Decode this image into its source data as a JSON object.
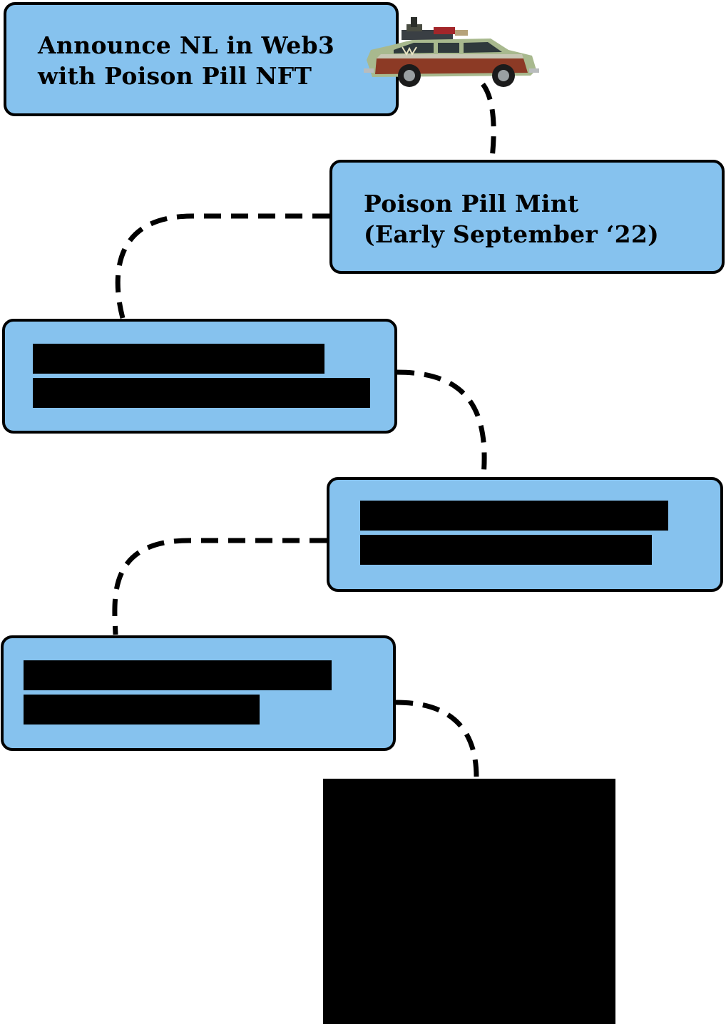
{
  "diagram": {
    "steps": [
      {
        "id": "step-1",
        "lines": [
          "Announce NL in Web3",
          "with Poison Pill NFT"
        ]
      },
      {
        "id": "step-2",
        "lines": [
          "Poison Pill Mint",
          "(Early September ‘22)"
        ]
      },
      {
        "id": "step-3",
        "redacted": true
      },
      {
        "id": "step-4",
        "redacted": true
      },
      {
        "id": "step-5",
        "redacted": true
      },
      {
        "id": "step-6",
        "redacted": true
      }
    ],
    "colors": {
      "box_fill": "#86c2ee",
      "border": "#000000",
      "redaction": "#000000"
    },
    "icons": [
      "station-wagon-car-icon"
    ]
  }
}
